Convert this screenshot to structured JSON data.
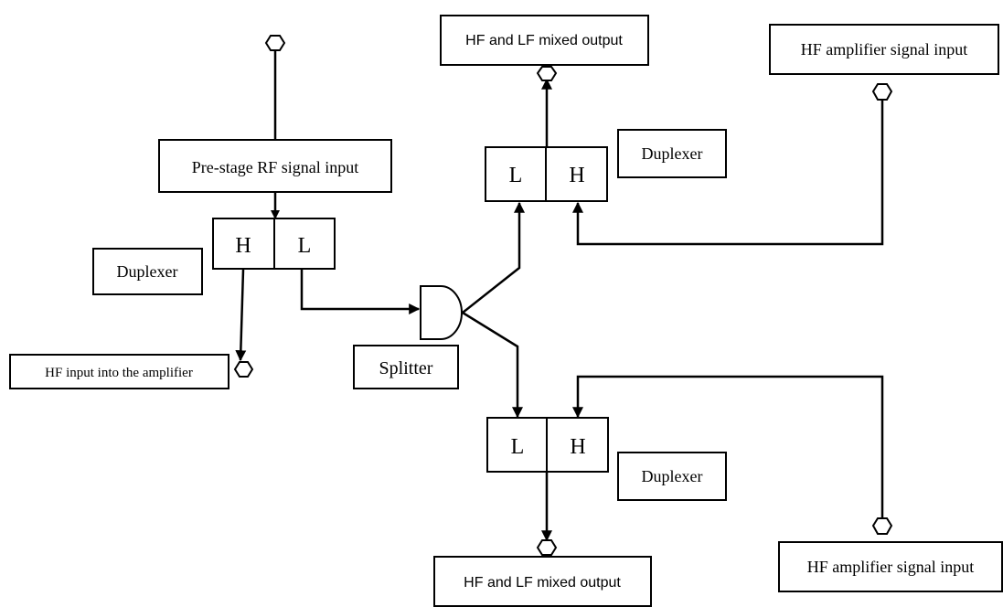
{
  "labels": {
    "hf_lf_output_top": "HF and LF mixed output",
    "hf_lf_output_bottom": "HF and LF mixed output",
    "hf_amp_input_top": "HF amplifier signal input",
    "hf_amp_input_bottom": "HF amplifier signal input",
    "pre_stage_input": "Pre-stage RF signal input",
    "hf_input_amplifier": "HF input into the  amplifier",
    "splitter": "Splitter",
    "duplexer_left": "Duplexer",
    "duplexer_top_right": "Duplexer",
    "duplexer_bottom_right": "Duplexer"
  },
  "duplexers": {
    "left": {
      "port_a": "H",
      "port_b": "L"
    },
    "top_right": {
      "port_a": "L",
      "port_b": "H"
    },
    "bottom_right": {
      "port_a": "L",
      "port_b": "H"
    }
  },
  "icons": {
    "port": "hexagon-port-icon",
    "splitter": "and-gate-splitter-icon"
  }
}
